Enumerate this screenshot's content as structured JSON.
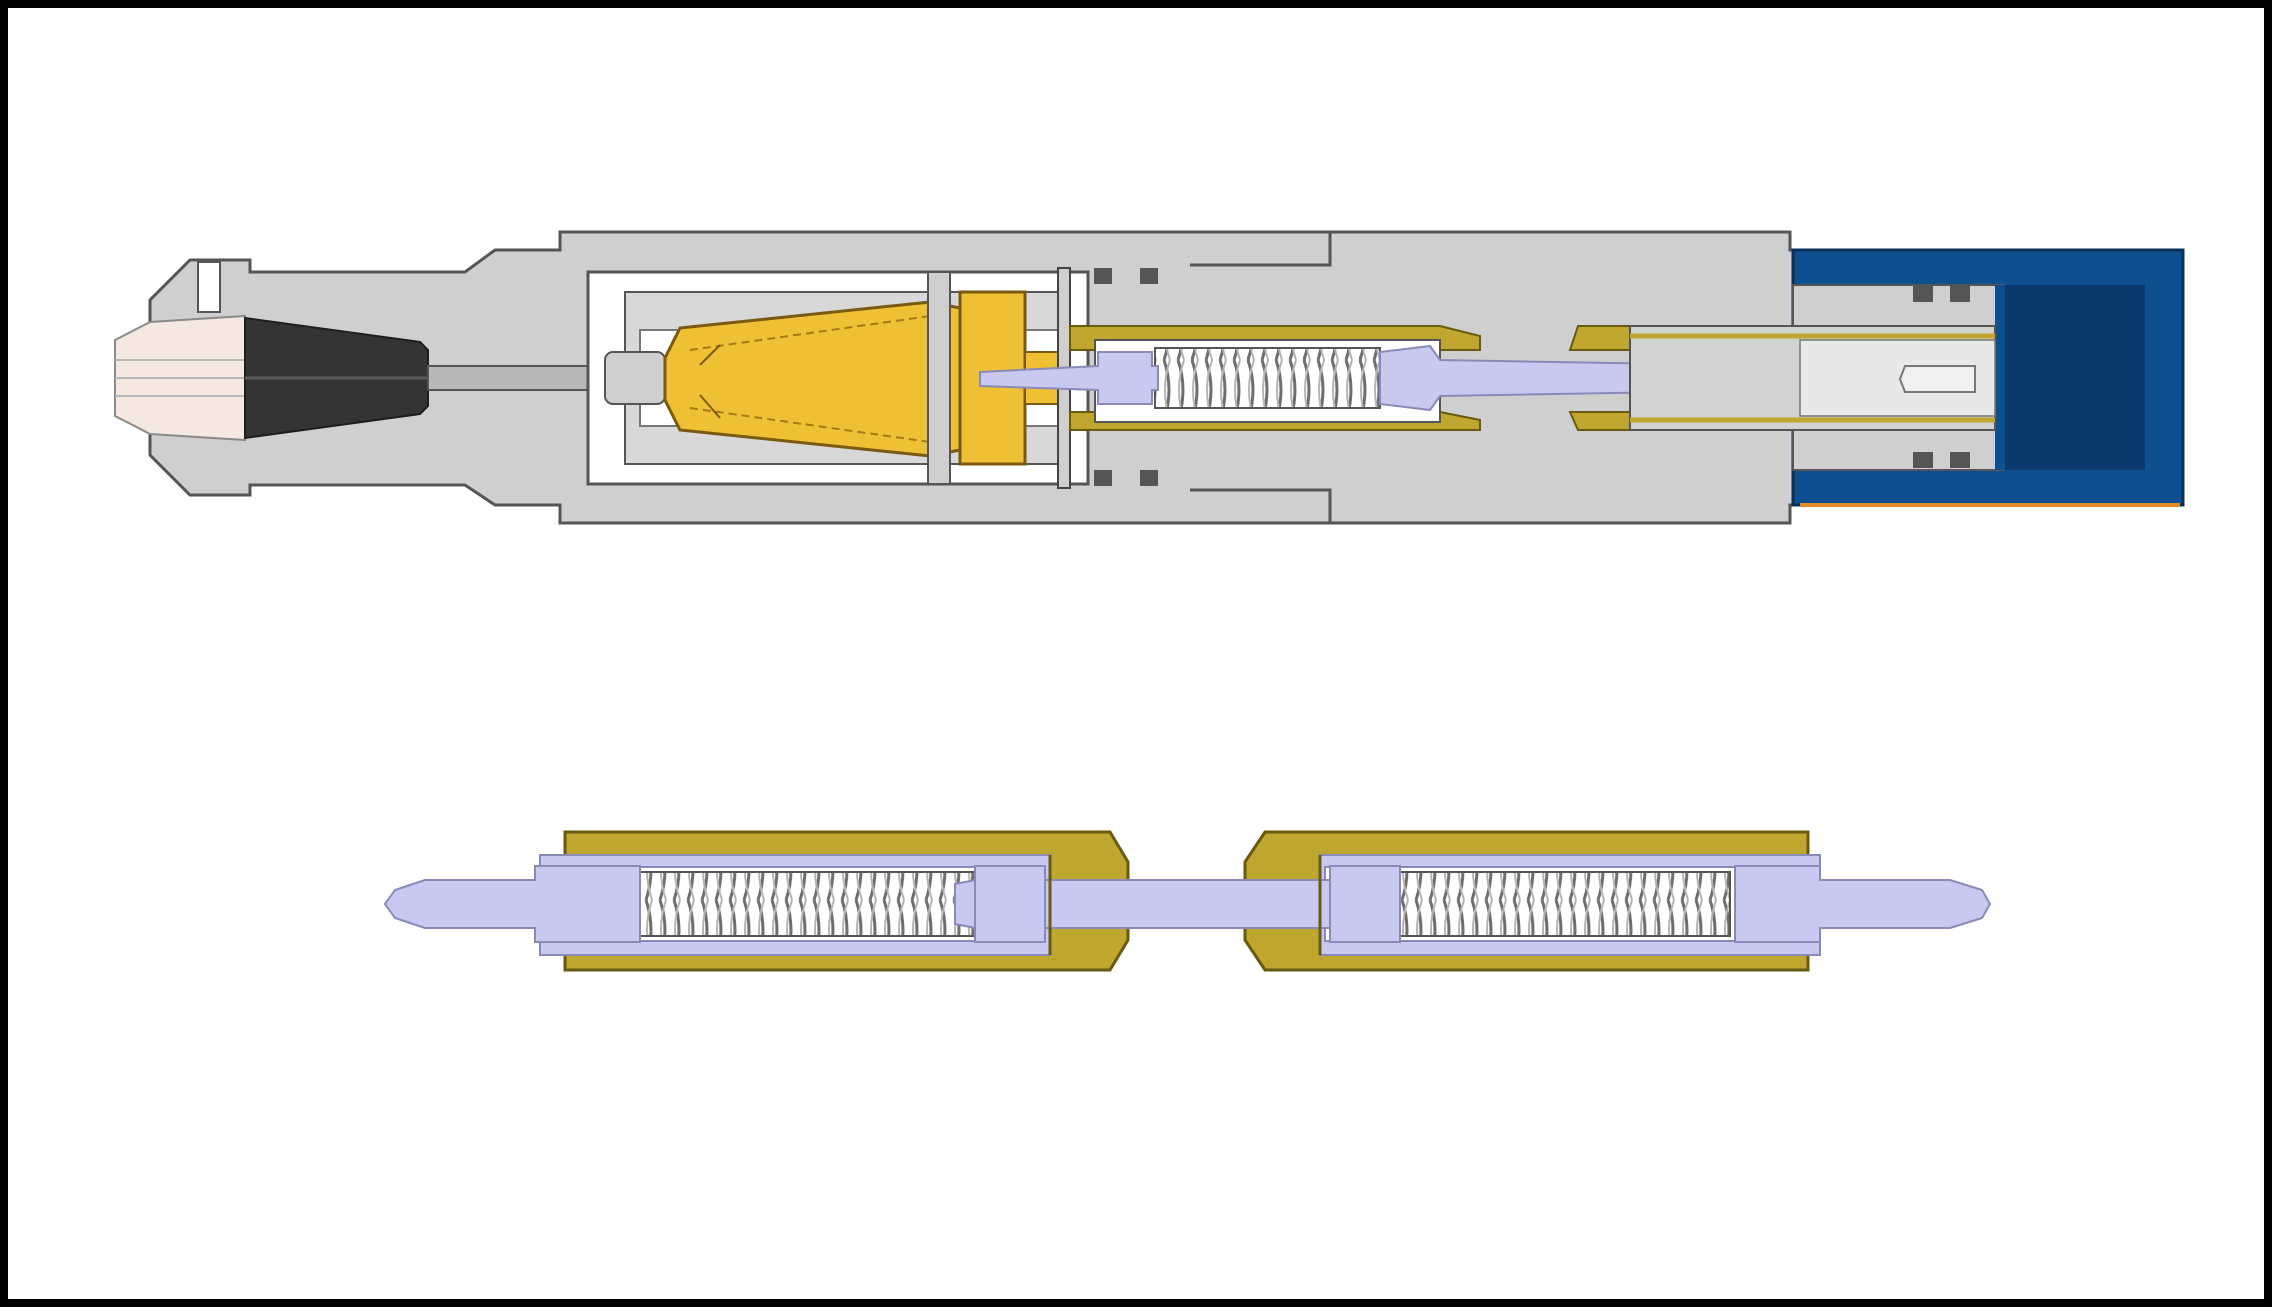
{
  "diagram": {
    "type": "cross-section illustration",
    "labels": [],
    "colors": {
      "frame": "#000000",
      "background": "#ffffff",
      "housing_gray": "#cfcfcf",
      "housing_outline": "#555555",
      "cavity_white": "#ffffff",
      "gold_part": "#f0c034",
      "gold_outline": "#7a5a10",
      "olive_brass": "#bfa72f",
      "plunger_lavender": "#c8c8f0",
      "plunger_outline": "#8a8ab8",
      "spring_gray": "#9a9a9a",
      "cap_blue": "#0d4f8f",
      "cap_dark_blue": "#0a3a6e",
      "cap_orange_edge": "#e08a2a",
      "nozzle_dark": "#333333",
      "nozzle_light": "#f2e4dc"
    },
    "components": [
      {
        "id": "probe-assembly",
        "view": "top"
      },
      {
        "id": "pogo-pin-pair",
        "view": "bottom"
      }
    ]
  }
}
